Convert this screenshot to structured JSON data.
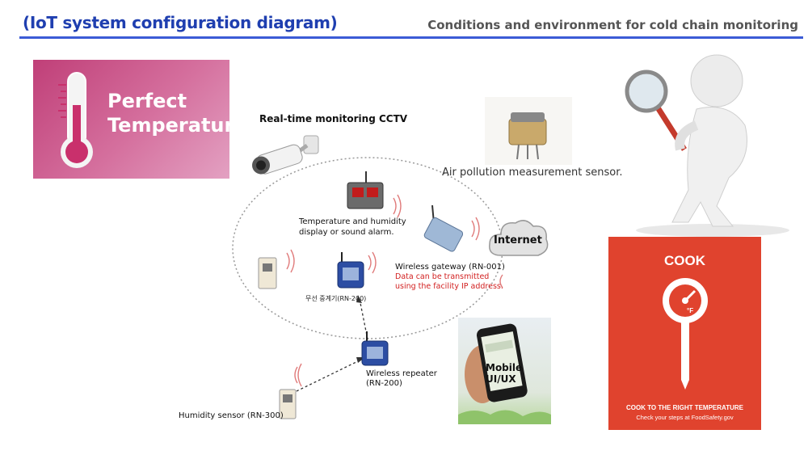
{
  "header": {
    "title": "(IoT system configuration diagram)",
    "subtitle": "Conditions and environment for cold chain monitoring"
  },
  "perfect_card": {
    "line1": "Perfect",
    "line2": "Temperature"
  },
  "diagram": {
    "cctv_label": "Real-time monitoring CCTV",
    "air_sensor_label": "Air pollution measurement sensor.",
    "display_label_line1": "Temperature and humidity",
    "display_label_line2": "display or sound alarm.",
    "internet_label": "Internet",
    "gateway_label": "Wireless gateway (RN-001)",
    "gateway_note_line1": "Data can be transmitted",
    "gateway_note_line2": "using the facility IP address.",
    "inner_repeater_label": "무선 중계기(RN-200)",
    "repeater_label_line1": "Wireless repeater",
    "repeater_label_line2": "(RN-200)",
    "humidity_sensor_label": "Humidity sensor (RN-300)",
    "mobile_label_line1": "Mobile",
    "mobile_label_line2": "UI/UX"
  },
  "cook_card": {
    "title": "COOK",
    "unit": "°F",
    "footer_line1": "COOK TO THE RIGHT TEMPERATURE",
    "footer_line2": "Check your steps at FoodSafety.gov"
  },
  "colors": {
    "accent": "#1f3fb0",
    "note_red": "#d21f1f",
    "cook_red": "#e0432e",
    "card_pink": "#c85088"
  }
}
